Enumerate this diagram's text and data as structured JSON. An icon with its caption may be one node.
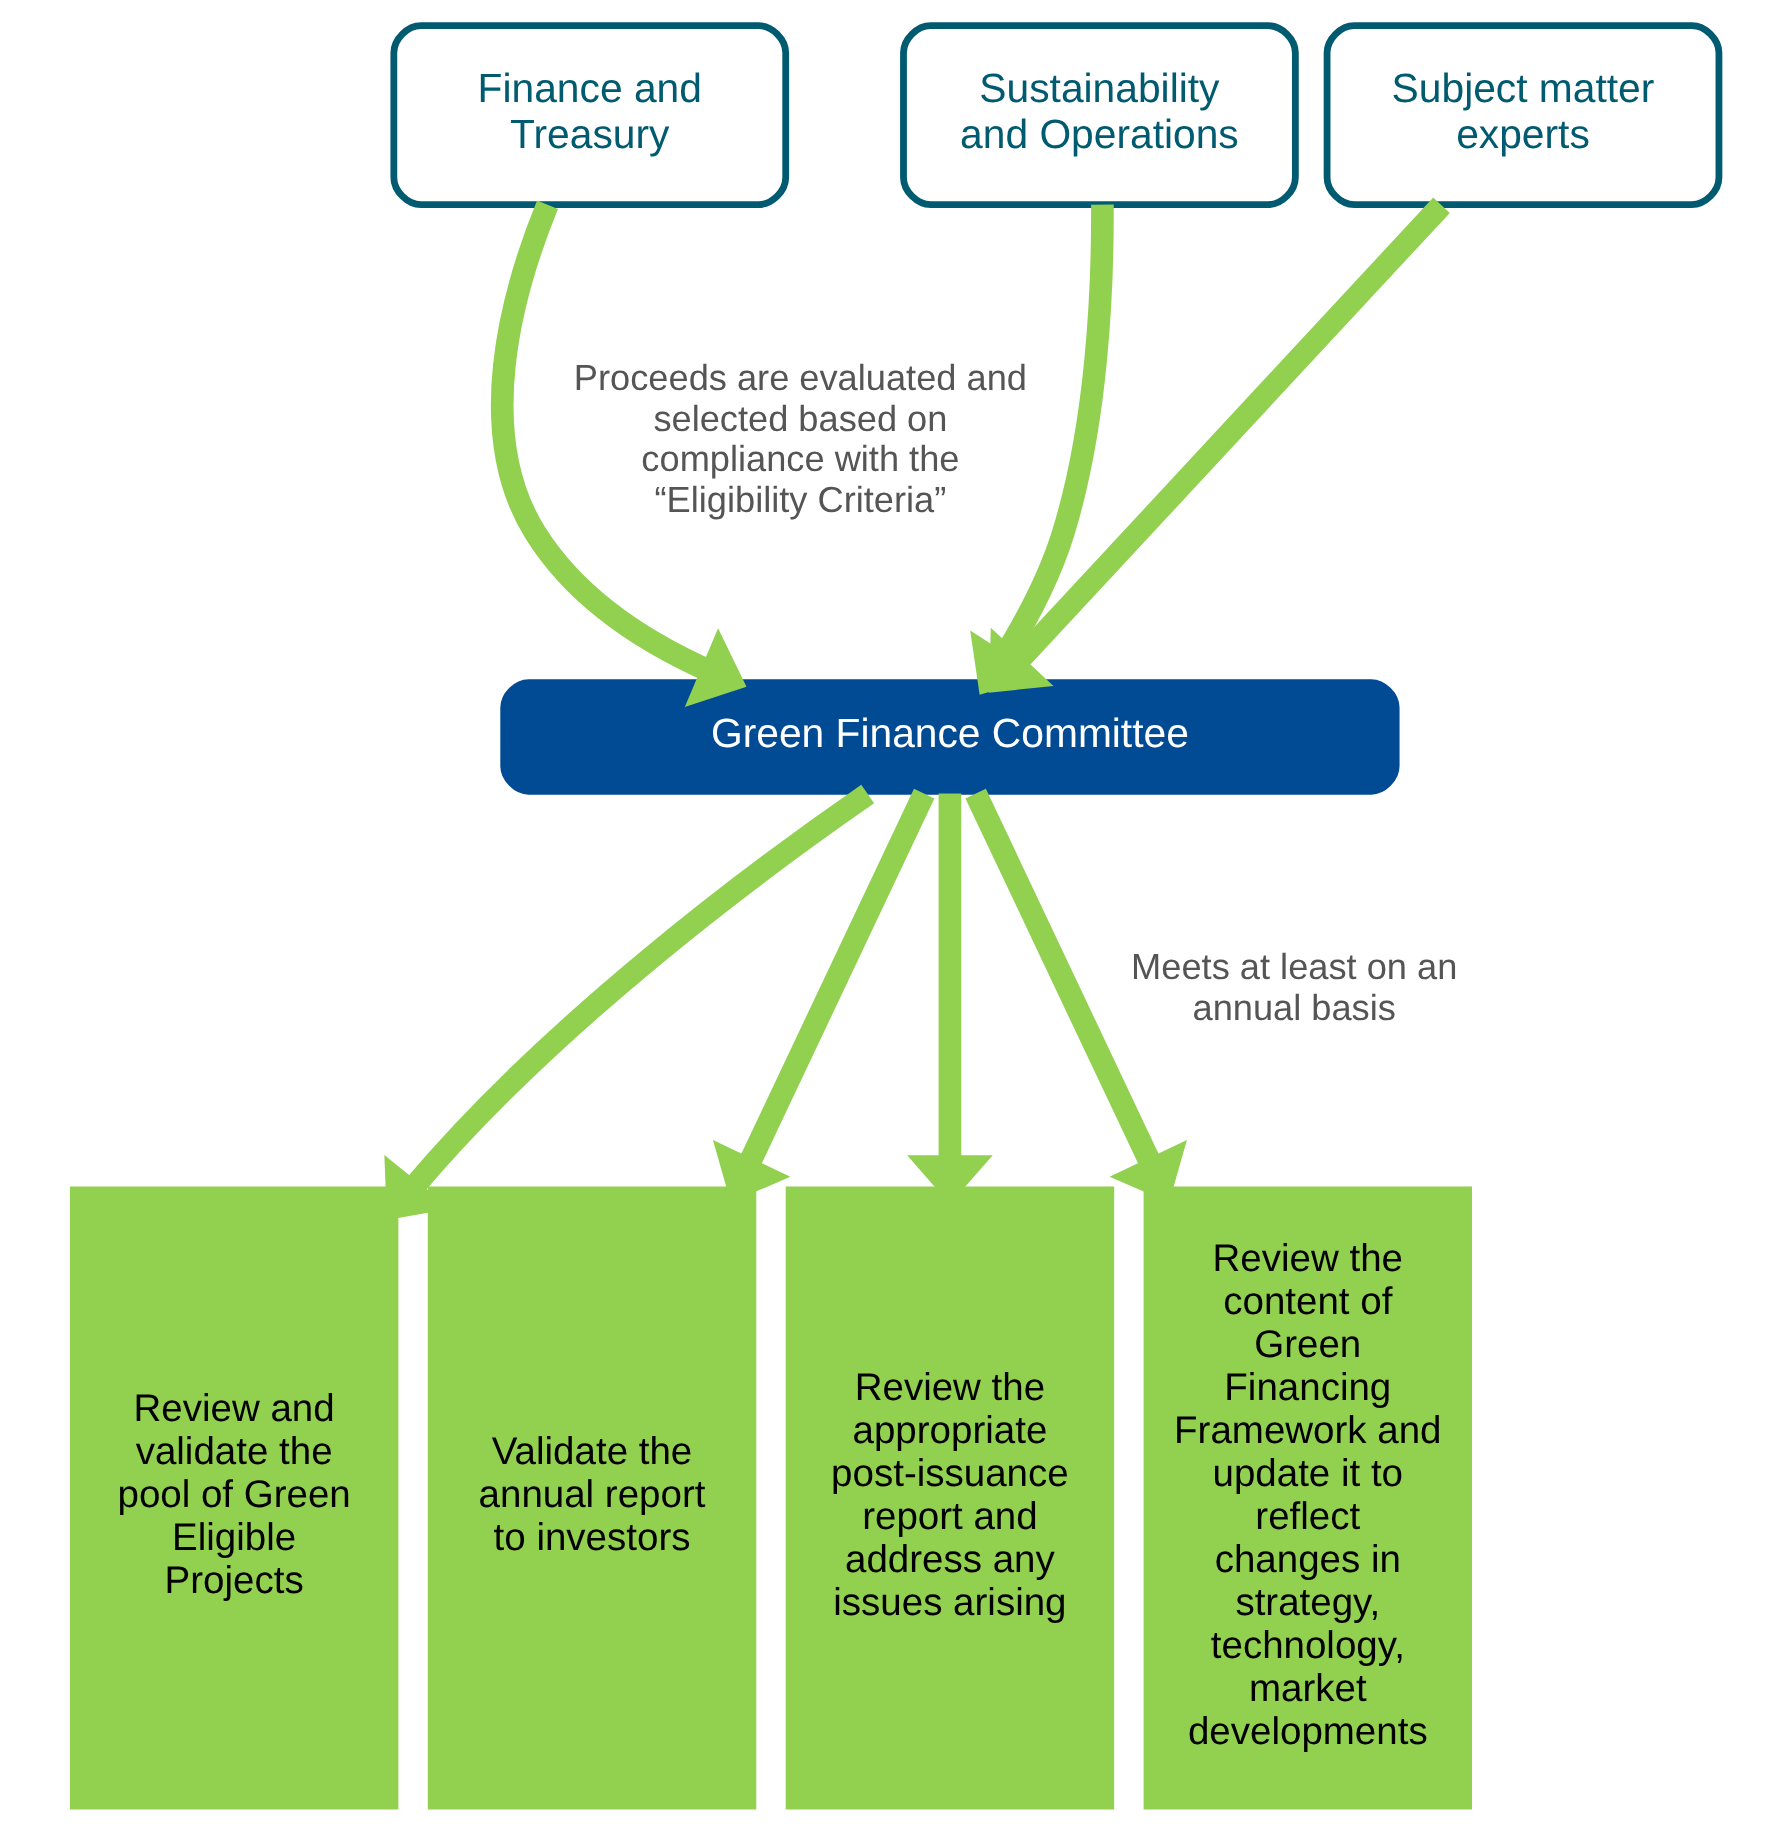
{
  "diagram": {
    "nodes": [
      {
        "text": [
          "Finance and Treasury"
        ]
      },
      {
        "text": [
          "Sustainability and Operations"
        ]
      },
      {
        "text": [
          "Subject matter experts"
        ]
      },
      {
        "text": [
          "Green Finance Committee"
        ]
      },
      {
        "text": [
          "Review and validate the pool of Green Eligible Projects"
        ]
      },
      {
        "text": [
          "Validate the annual report to investors"
        ]
      },
      {
        "text": [
          "Review the appropriate post-issuance report and address any issues arising"
        ]
      },
      {
        "text": [
          "Review the content of Green Financing Framework and update it to reflect changes in strategy, technology, market developments"
        ]
      }
    ],
    "edges": [
      {
        "from": 0,
        "to": 3,
        "arrow": "to"
      },
      {
        "from": 1,
        "to": 3,
        "arrow": "to"
      },
      {
        "from": 2,
        "to": 3,
        "arrow": "to"
      },
      {
        "from": 3,
        "to": 4,
        "arrow": "to"
      },
      {
        "from": 3,
        "to": 5,
        "arrow": "to"
      },
      {
        "from": 3,
        "to": 6,
        "arrow": "to"
      },
      {
        "from": 3,
        "to": 7,
        "arrow": "to"
      }
    ],
    "labels": [
      "Proceeds are evaluated and selected based on compliance with the “Eligibility Criteria”",
      "Meets at least on an annual basis"
    ]
  }
}
